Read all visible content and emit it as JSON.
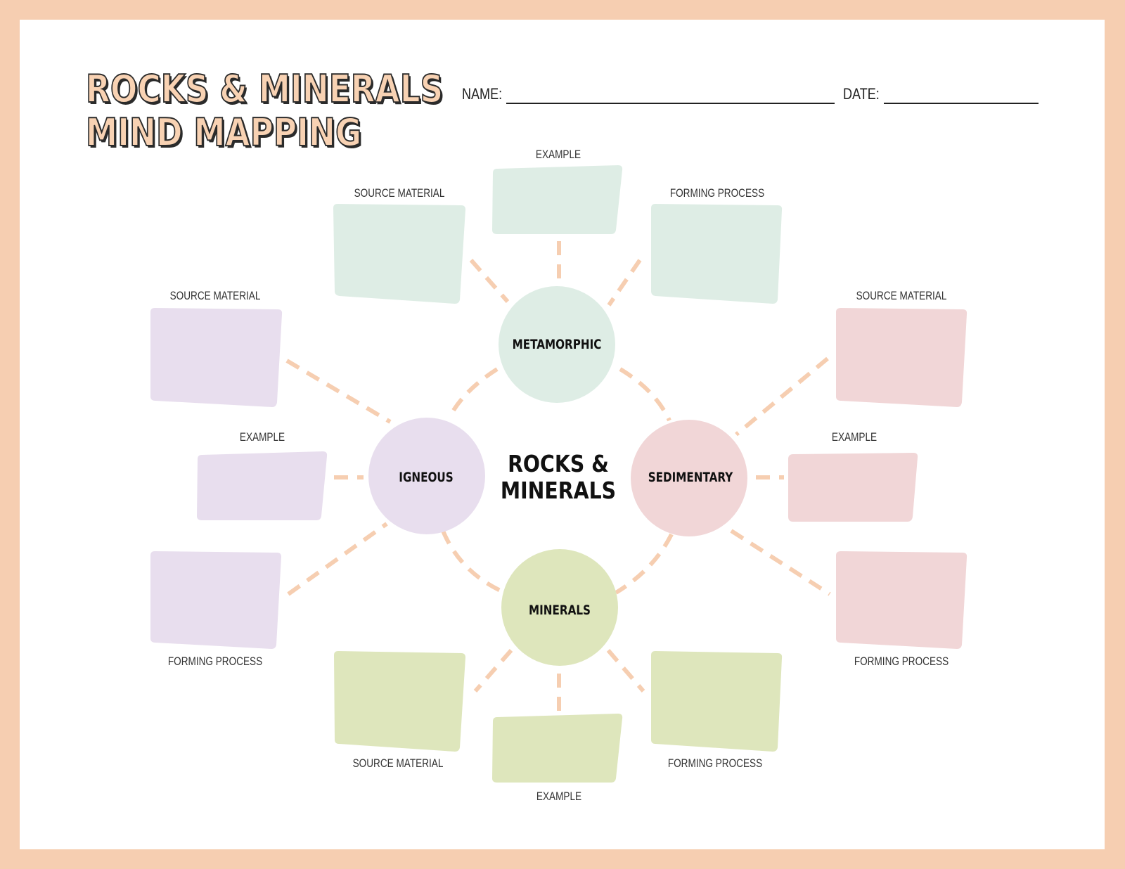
{
  "title": {
    "line1": "ROCKS & MINERALS",
    "line2": "MIND MAPPING"
  },
  "header": {
    "name_label": "NAME:",
    "date_label": "DATE:"
  },
  "colors": {
    "border": "#f6ceb1",
    "connector": "#f6ceb1",
    "metamorphic": "#deede5",
    "igneous": "#e8deee",
    "sedimentary": "#f1d6d7",
    "minerals": "#dee6bc"
  },
  "center": {
    "line1": "ROCKS &",
    "line2": "MINERALS"
  },
  "nodes": {
    "metamorphic": {
      "label": "METAMORPHIC",
      "boxes": {
        "source": "SOURCE MATERIAL",
        "example": "EXAMPLE",
        "forming": "FORMING PROCESS"
      }
    },
    "igneous": {
      "label": "IGNEOUS",
      "boxes": {
        "source": "SOURCE MATERIAL",
        "example": "EXAMPLE",
        "forming": "FORMING PROCESS"
      }
    },
    "sedimentary": {
      "label": "SEDIMENTARY",
      "boxes": {
        "source": "SOURCE MATERIAL",
        "example": "EXAMPLE",
        "forming": "FORMING PROCESS"
      }
    },
    "minerals": {
      "label": "MINERALS",
      "boxes": {
        "source": "SOURCE MATERIAL",
        "example": "EXAMPLE",
        "forming": "FORMING PROCESS"
      }
    }
  }
}
